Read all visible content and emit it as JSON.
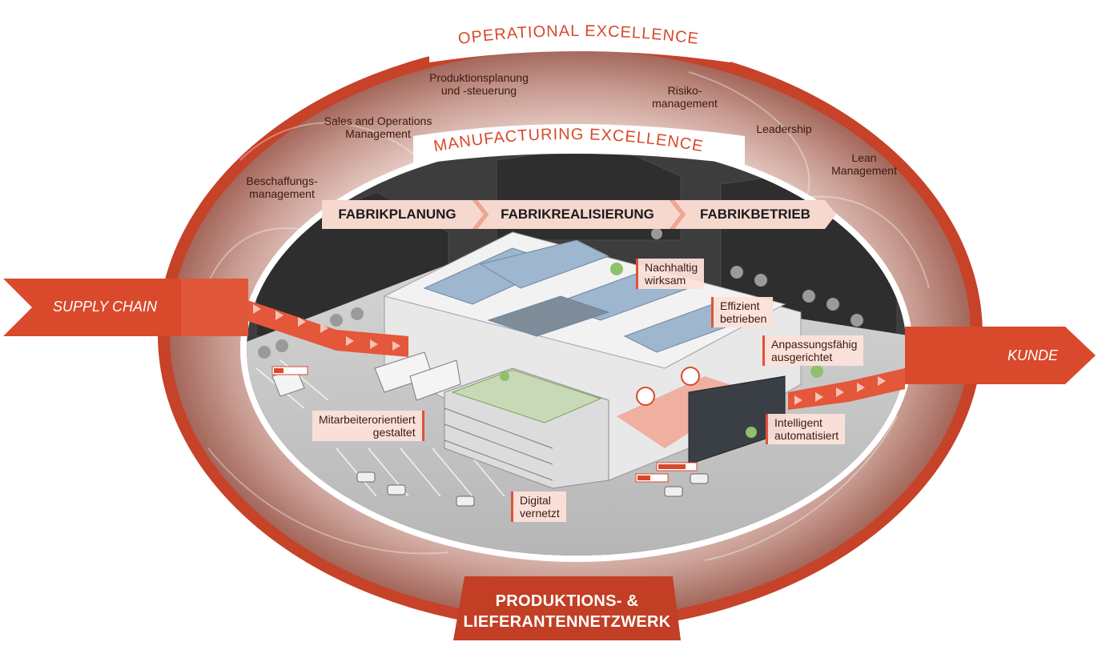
{
  "title_outer": "OPERATIONAL EXCELLENCE",
  "title_inner": "MANUFACTURING EXCELLENCE",
  "ring_topics": [
    {
      "id": "beschaffung",
      "lines": [
        "Beschaffungs-",
        "management"
      ]
    },
    {
      "id": "sop",
      "lines": [
        "Sales and Operations",
        "Management"
      ]
    },
    {
      "id": "pps",
      "lines": [
        "Produktionsplanung",
        "und -steuerung"
      ]
    },
    {
      "id": "risiko",
      "lines": [
        "Risiko-",
        "management"
      ]
    },
    {
      "id": "leadership",
      "lines": [
        "Leadership"
      ]
    },
    {
      "id": "lean",
      "lines": [
        "Lean",
        "Management"
      ]
    }
  ],
  "phases": [
    "FABRIKPLANUNG",
    "FABRIKREALISIERUNG",
    "FABRIKBETRIEB"
  ],
  "factory_tags": [
    {
      "id": "nachhaltig",
      "lines": [
        "Nachhaltig",
        "wirksam"
      ]
    },
    {
      "id": "effizient",
      "lines": [
        "Effizient",
        "betrieben"
      ]
    },
    {
      "id": "anpassung",
      "lines": [
        "Anpassungsfähig",
        "ausgerichtet"
      ]
    },
    {
      "id": "intelligent",
      "lines": [
        "Intelligent",
        "automatisiert"
      ]
    },
    {
      "id": "digital",
      "lines": [
        "Digital",
        "vernetzt"
      ]
    },
    {
      "id": "mitarbeiter",
      "lines": [
        "Mitarbeiterorientiert",
        "gestaltet"
      ]
    }
  ],
  "supply_chain": "SUPPLY CHAIN",
  "kunde": "KUNDE",
  "network": [
    "PRODUKTIONS- &",
    "LIEFERANTENNETZWERK"
  ],
  "colors": {
    "accent": "#d8492b",
    "ring_dark": "#c7442a",
    "ring_fill": "#c79c93",
    "arrow": "#e4573a",
    "ground": "#bdbdbd",
    "dark_area": "#3c3c3c",
    "banner_pink": "#f6d8cf"
  }
}
